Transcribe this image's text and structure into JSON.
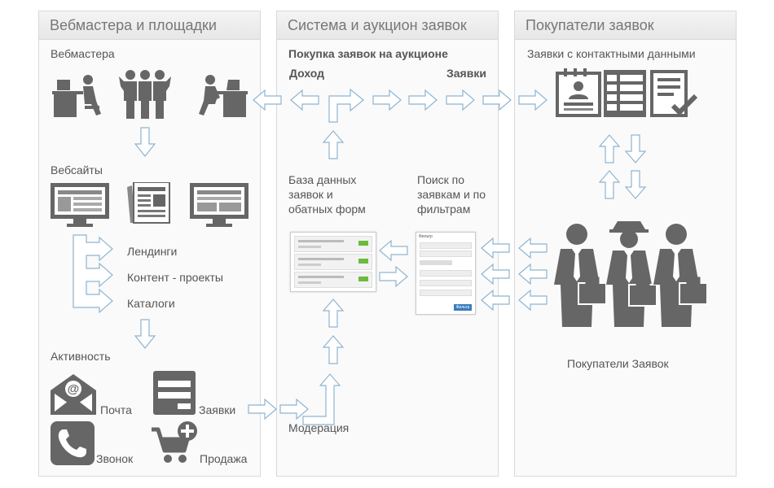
{
  "columns": {
    "left": "Вебмастера и площадки",
    "middle": "Система и аукцион заявок",
    "right": "Покупатели заявок"
  },
  "left": {
    "webmasters": "Вебмастера",
    "websites": "Вебсайты",
    "site_types": [
      "Лендинги",
      "Контент - проекты",
      "Каталоги"
    ],
    "activity": "Активность",
    "activity_items": {
      "mail": "Почта",
      "orders": "Заявки",
      "call": "Звонок",
      "sale": "Продажа"
    }
  },
  "middle": {
    "title": "Покупка заявок на аукционе",
    "income": "Доход",
    "orders": "Заявки",
    "database": "База данных заявок и обатных форм",
    "search": "Поиск по заявкам и по фильтрам",
    "moderation": "Модерация",
    "filter_panel_title": "Фильтр",
    "filter_button": "Фильтр"
  },
  "right": {
    "contacts": "Заявки с контактными данными",
    "buyers": "Покупатели Заявок"
  },
  "colors": {
    "icon": "#666666",
    "arrow_stroke": "#8eb4d0",
    "panel_bg": "#fafafa",
    "panel_border": "#d9d9d9",
    "accent_green": "#6cbb3c"
  }
}
